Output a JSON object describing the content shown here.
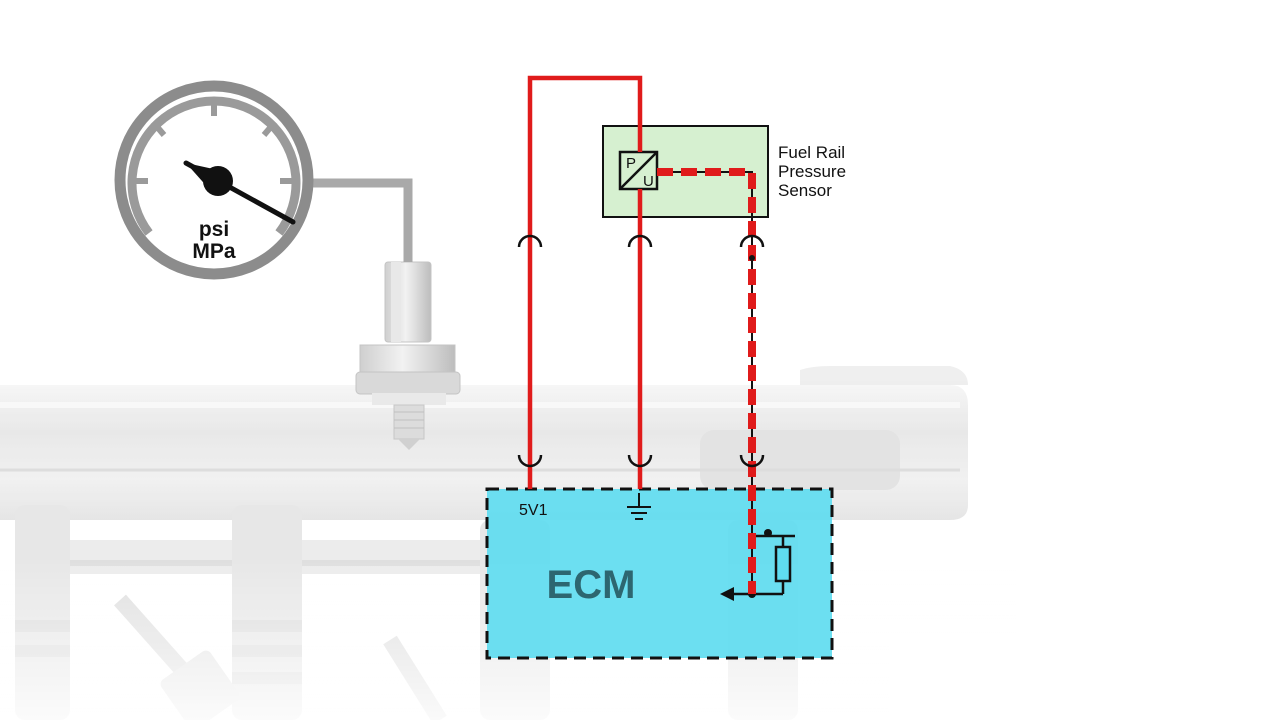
{
  "gauge": {
    "unit_psi": "psi",
    "unit_mpa": "MPa"
  },
  "sensor": {
    "label_lines": [
      "Fuel Rail",
      "Pressure",
      "Sensor"
    ],
    "symbol_p": "P",
    "symbol_u": "U"
  },
  "ecm": {
    "title": "ECM",
    "reference_label": "5V1"
  },
  "colors": {
    "wire_red": "#e01b1b",
    "ecm_fill": "#5fdcf0",
    "ecm_text": "#2d6670",
    "sensor_fill": "#d6f0d0",
    "gauge_gray": "#8a8a8a",
    "rail_gray": "#ececec"
  }
}
